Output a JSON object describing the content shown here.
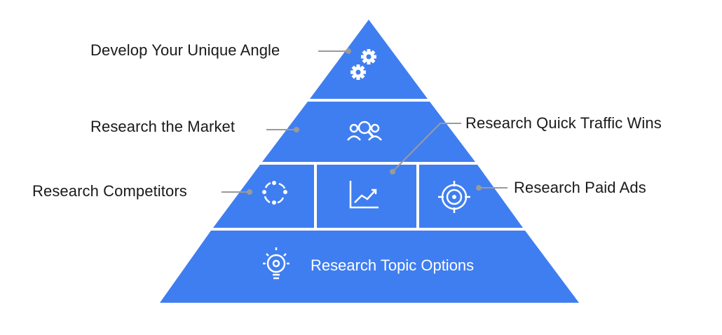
{
  "diagram": {
    "type": "pyramid",
    "colors": {
      "fill": "#3f7ef0",
      "divider": "#ffffff",
      "connector": "#9a9a9a",
      "label_text": "#1a1a1a",
      "inner_text": "#ffffff"
    },
    "tiers": [
      {
        "label": "Develop Your Unique Angle",
        "icon": "gears-icon"
      },
      {
        "label": "Research the Market",
        "icon": "people-search-icon"
      },
      {
        "cells": [
          {
            "label": "Research Competitors",
            "icon": "cycle-arrows-icon"
          },
          {
            "label": "Research Quick Traffic Wins",
            "icon": "line-chart-icon"
          },
          {
            "label": "Research Paid Ads",
            "icon": "target-icon"
          }
        ]
      },
      {
        "label": "Research Topic Options",
        "icon": "lightbulb-gear-icon"
      }
    ]
  }
}
